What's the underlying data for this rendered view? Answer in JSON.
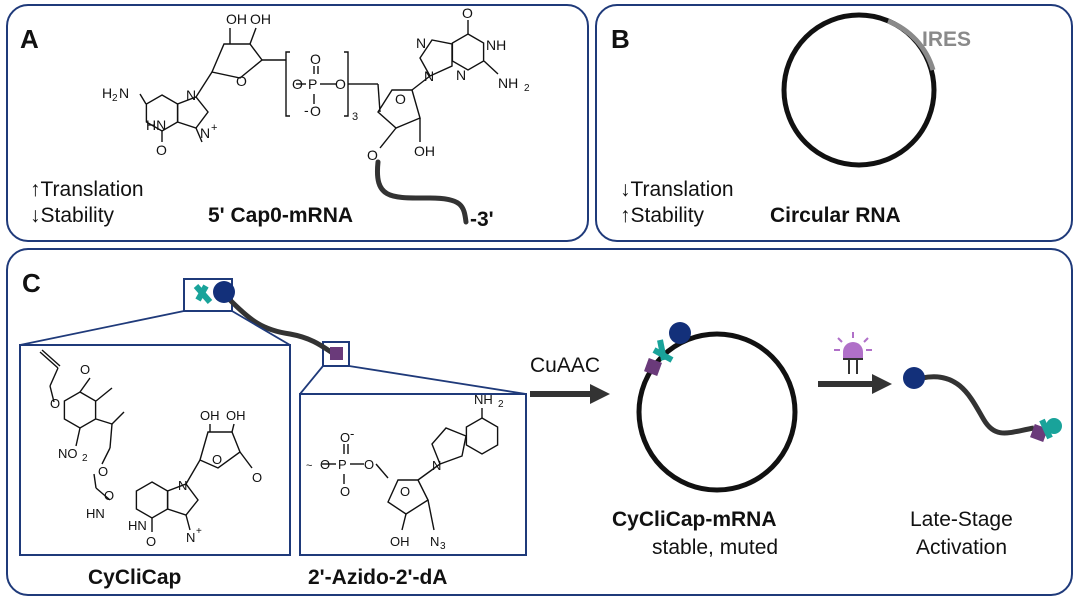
{
  "panels": {
    "a": {
      "letter": "A",
      "trend1": "↑Translation",
      "trend2": "↓Stability",
      "title": "5' Cap0-mRNA",
      "end_label": "-3'"
    },
    "b": {
      "letter": "B",
      "trend1": "↓Translation",
      "trend2": "↑Stability",
      "title": "Circular RNA",
      "ires_label": "IRES"
    },
    "c": {
      "letter": "C",
      "reaction_label": "CuAAC",
      "structure1_label": "CyCliCap",
      "structure2_label": "2'-Azido-2'-dA",
      "product_title": "CyCliCap-mRNA",
      "product_subtitle": "stable, muted",
      "activation_line1": "Late-Stage",
      "activation_line2": "Activation"
    }
  },
  "atom_labels": {
    "oh": "OH",
    "o": "O",
    "n": "N",
    "nh": "NH",
    "hn": "HN",
    "nh2": "NH",
    "h2n": "H",
    "p": "P",
    "no2": "NO",
    "n3": "N",
    "sub2": "2",
    "sub3": "3",
    "plus": "+",
    "minus": "-"
  },
  "colors": {
    "border": "#1f3a7a",
    "navy": "#13307a",
    "teal": "#19a39a",
    "purple": "#6a3a7a",
    "ires_gray": "#8a8a8a",
    "light_purple": "#b070c8"
  },
  "icons": {
    "light-icon": "light bulb with rays"
  }
}
